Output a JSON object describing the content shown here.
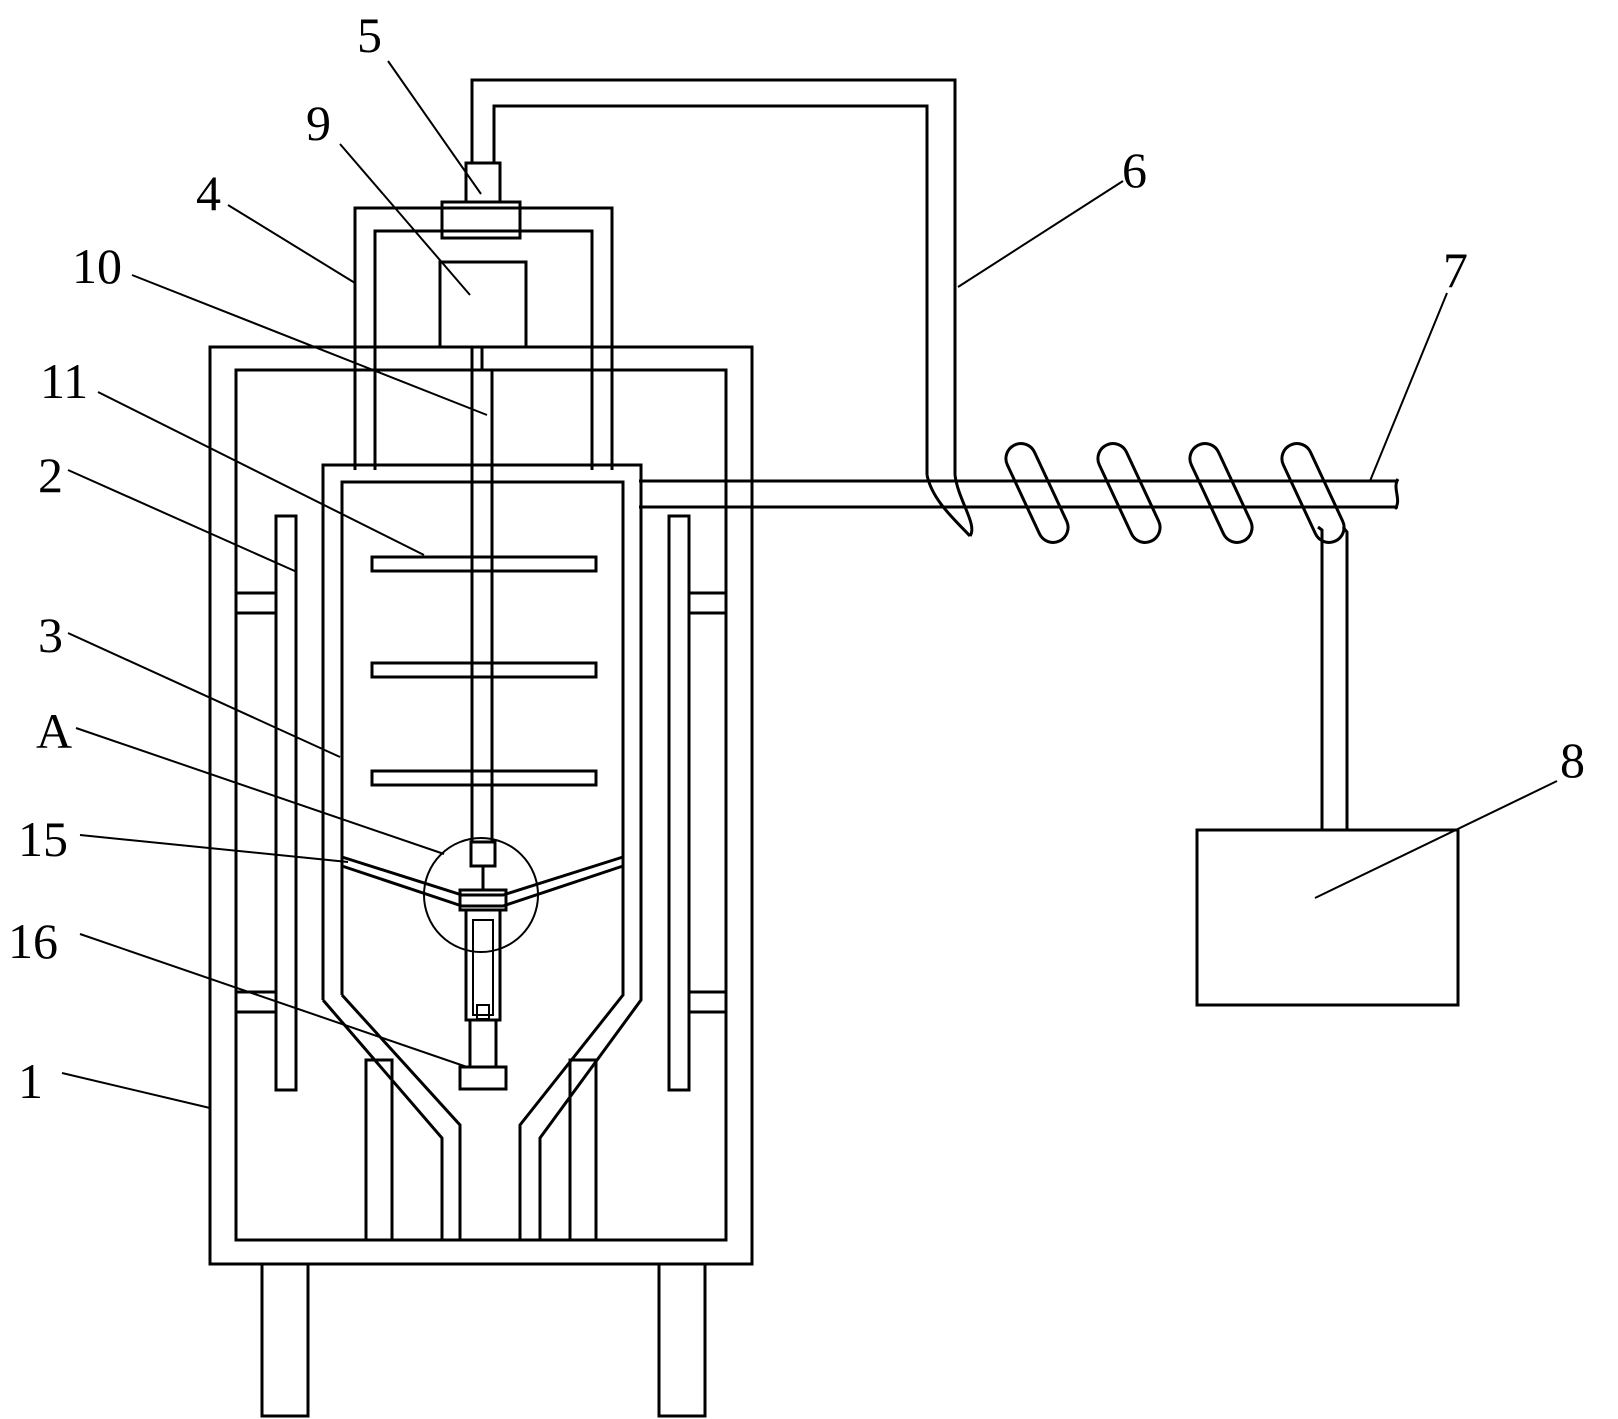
{
  "labels": {
    "l1": "1",
    "l2": "2",
    "l3": "3",
    "l4": "4",
    "l5": "5",
    "l6": "6",
    "l7": "7",
    "l8": "8",
    "l9": "9",
    "l10": "10",
    "l11": "11",
    "lA": "A",
    "l15": "15",
    "l16": "16"
  }
}
